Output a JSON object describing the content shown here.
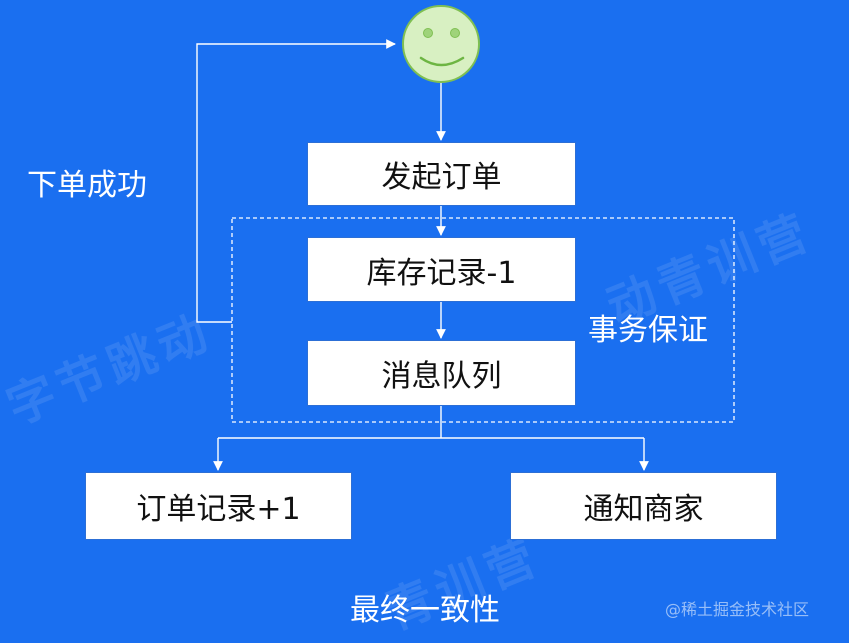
{
  "diagram": {
    "nodes": {
      "initiate_order": "发起订单",
      "inventory_record": "库存记录-1",
      "message_queue": "消息队列",
      "order_record": "订单记录+1",
      "notify_merchant": "通知商家"
    },
    "labels": {
      "order_success": "下单成功",
      "transaction_guarantee": "事务保证",
      "eventual_consistency": "最终一致性"
    }
  },
  "watermark": {
    "text_left": "字节跳动",
    "text_right": "动青训营",
    "text_bottom": "青训营"
  },
  "credit": "@稀土掘金技术社区",
  "colors": {
    "background": "#1a6ff0",
    "box_fill": "#ffffff",
    "smiley_fill": "#d8f0c2",
    "smiley_stroke": "#7fbf52",
    "line": "#ffffff"
  }
}
